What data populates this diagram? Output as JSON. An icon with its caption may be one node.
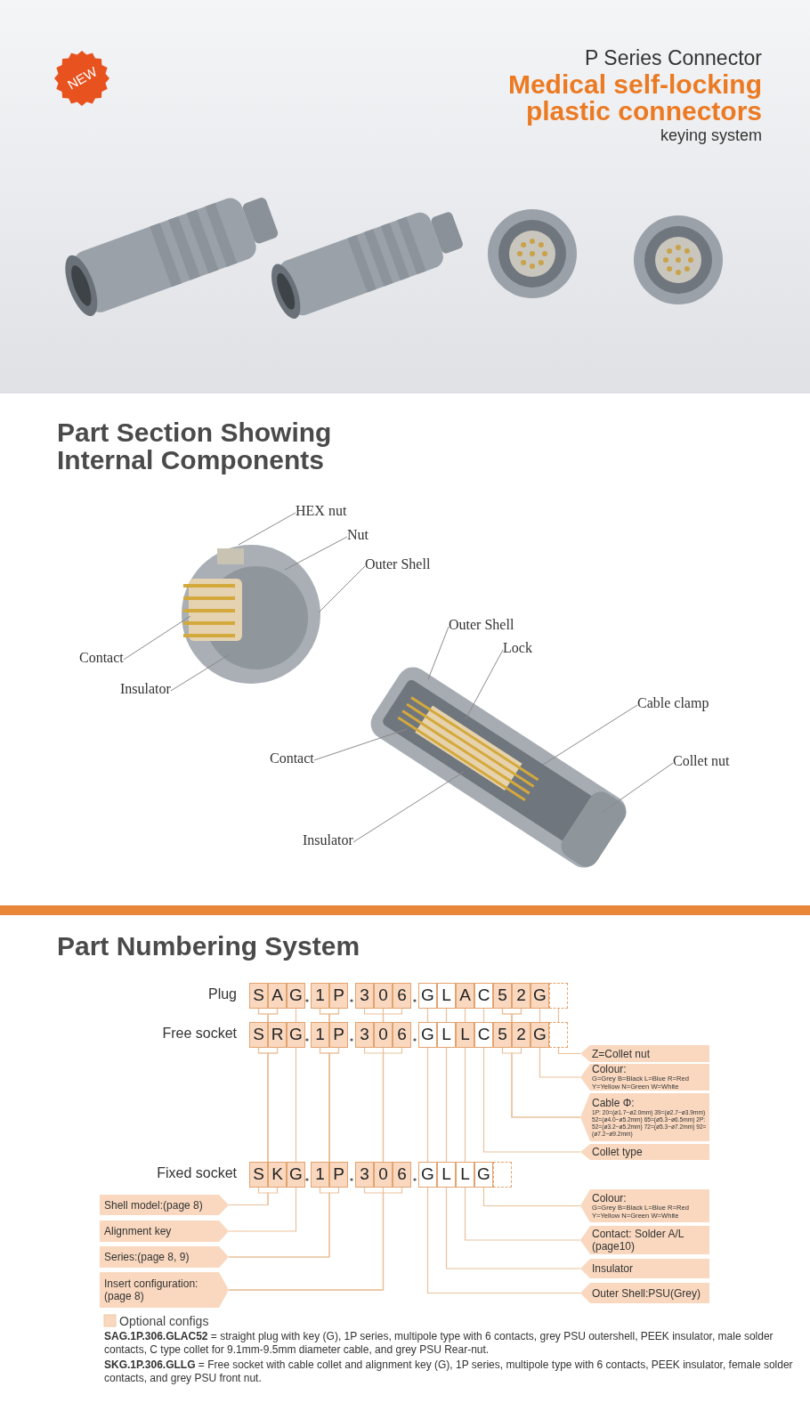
{
  "diagram": {
    "title": "Medical self-locking plastic connectors",
    "nodes": [
      {
        "text": [
          "NEW"
        ]
      },
      {
        "text": [
          "HEX nut"
        ]
      },
      {
        "text": [
          "Nut"
        ]
      },
      {
        "text": [
          "Outer Shell"
        ]
      },
      {
        "text": [
          "Outer Shell"
        ]
      },
      {
        "text": [
          "Lock"
        ]
      },
      {
        "text": [
          "Contact"
        ]
      },
      {
        "text": [
          "Insulator"
        ]
      },
      {
        "text": [
          "Cable clamp"
        ]
      },
      {
        "text": [
          "Contact"
        ]
      },
      {
        "text": [
          "Collet nut"
        ]
      },
      {
        "text": [
          "Insulator"
        ]
      },
      {
        "text": [
          "S"
        ]
      },
      {
        "text": [
          "A"
        ]
      },
      {
        "text": [
          "G"
        ]
      },
      {
        "text": [
          "1"
        ]
      },
      {
        "text": [
          "P"
        ]
      },
      {
        "text": [
          "3"
        ]
      },
      {
        "text": [
          "0"
        ]
      },
      {
        "text": [
          "6"
        ]
      },
      {
        "text": [
          "G"
        ]
      },
      {
        "text": [
          "L"
        ]
      },
      {
        "text": [
          "A"
        ]
      },
      {
        "text": [
          "C"
        ]
      },
      {
        "text": [
          "5"
        ]
      },
      {
        "text": [
          "2"
        ]
      },
      {
        "text": [
          "G"
        ]
      },
      {
        "text": [],
        "shape": "box"
      },
      {
        "text": [
          "S"
        ]
      },
      {
        "text": [
          "R"
        ]
      },
      {
        "text": [
          "G"
        ]
      },
      {
        "text": [
          "1"
        ]
      },
      {
        "text": [
          "P"
        ]
      },
      {
        "text": [
          "3"
        ]
      },
      {
        "text": [
          "0"
        ]
      },
      {
        "text": [
          "6"
        ]
      },
      {
        "text": [
          "G"
        ]
      },
      {
        "text": [
          "L"
        ]
      },
      {
        "text": [
          "L"
        ]
      },
      {
        "text": [
          "C"
        ]
      },
      {
        "text": [
          "5"
        ]
      },
      {
        "text": [
          "2"
        ]
      },
      {
        "text": [
          "G"
        ]
      },
      {
        "text": [],
        "shape": "box"
      },
      {
        "text": [
          "Z=Collet nut"
        ]
      },
      {
        "text": [
          "Colour:",
          "G=Grey B=Black L=Blue R=Red Y=Yellow N=Green W=White"
        ]
      },
      {
        "text": [
          "Cable Φ:",
          "1P: 20=(ø1.7~ø2.0mm) 39=(ø2.7~ø3.9mm) 52=(ø4.0~ø5.2mm) 65=(ø5.3~ø6.5mm) 2P: 52=(ø3.2~ø5.2mm) 72=(ø5.3~ø7.2mm) 92=(ø7.2~ø9.2mm)"
        ]
      },
      {
        "text": [
          "Collet type"
        ]
      },
      {
        "text": [
          "S"
        ]
      },
      {
        "text": [
          "K"
        ]
      },
      {
        "text": [
          "G"
        ]
      },
      {
        "text": [
          "1"
        ]
      },
      {
        "text": [
          "P"
        ]
      },
      {
        "text": [
          "3"
        ]
      },
      {
        "text": [
          "0"
        ]
      },
      {
        "text": [
          "6"
        ]
      },
      {
        "text": [
          "G"
        ]
      },
      {
        "text": [
          "L"
        ]
      },
      {
        "text": [
          "L"
        ]
      },
      {
        "text": [
          "G"
        ]
      },
      {
        "text": [],
        "shape": "box"
      },
      {
        "text": [
          "Shell model:(page 8)"
        ]
      },
      {
        "text": [
          "Alignment key"
        ]
      },
      {
        "text": [
          "Series:(page 8, 9)"
        ]
      },
      {
        "text": [
          "Insert configuration: (page 8)"
        ]
      },
      {
        "text": [
          "Colour:",
          "G=Grey B=Black L=Blue R=Red Y=Yellow N=Green W=White"
        ]
      },
      {
        "text": [
          "Contact: Solder A/L (page10)"
        ]
      },
      {
        "text": [
          "Insulator"
        ]
      },
      {
        "text": [
          "Outer Shell:PSU(Grey)"
        ]
      },
      {
        "text": [],
        "shape": "picture"
      },
      {
        "text": [],
        "shape": "picture"
      }
    ],
    "edges": [
      {
        "from": 1,
        "to": 69,
        "arrow": "none",
        "color": "#8a8a8a"
      },
      {
        "from": 2,
        "to": 69,
        "arrow": "none",
        "color": "#8a8a8a"
      },
      {
        "from": 3,
        "to": 69,
        "arrow": "none",
        "color": "#8a8a8a"
      },
      {
        "from": 4,
        "to": 70,
        "arrow": "none",
        "color": "#8a8a8a"
      },
      {
        "from": 5,
        "to": 70,
        "arrow": "none",
        "color": "#8a8a8a"
      },
      {
        "from": 6,
        "to": 69,
        "arrow": "none",
        "color": "#8a8a8a"
      },
      {
        "from": 7,
        "to": 69,
        "arrow": "none",
        "color": "#8a8a8a"
      },
      {
        "from": 8,
        "to": 70,
        "arrow": "none",
        "color": "#8a8a8a"
      },
      {
        "from": 9,
        "to": 70,
        "arrow": "none",
        "color": "#8a8a8a"
      },
      {
        "from": 10,
        "to": 70,
        "arrow": "none",
        "color": "#8a8a8a"
      },
      {
        "from": 11,
        "to": 70,
        "arrow": "none",
        "color": "#8a8a8a"
      },
      {
        "from": 12,
        "to": 28,
        "arrow": "none"
      },
      {
        "from": 12,
        "to": 29,
        "arrow": "none"
      },
      {
        "from": 13,
        "to": 28,
        "arrow": "none"
      },
      {
        "from": 13,
        "to": 29,
        "arrow": "none"
      },
      {
        "from": 14,
        "to": 30,
        "arrow": "none"
      },
      {
        "from": 15,
        "to": 31,
        "arrow": "none"
      },
      {
        "from": 15,
        "to": 32,
        "arrow": "none"
      },
      {
        "from": 16,
        "to": 31,
        "arrow": "none"
      },
      {
        "from": 16,
        "to": 32,
        "arrow": "none"
      },
      {
        "from": 17,
        "to": 34,
        "arrow": "none"
      },
      {
        "from": 18,
        "to": 34,
        "arrow": "none"
      },
      {
        "from": 19,
        "to": 34,
        "arrow": "none"
      },
      {
        "from": 20,
        "to": 36,
        "arrow": "none"
      },
      {
        "from": 21,
        "to": 37,
        "arrow": "none"
      },
      {
        "from": 22,
        "to": 38,
        "arrow": "none"
      },
      {
        "from": 23,
        "to": 39,
        "arrow": "none"
      },
      {
        "from": 24,
        "to": 40,
        "arrow": "none"
      },
      {
        "from": 24,
        "to": 41,
        "arrow": "none"
      },
      {
        "from": 25,
        "to": 40,
        "arrow": "none"
      },
      {
        "from": 25,
        "to": 41,
        "arrow": "none"
      },
      {
        "from": 26,
        "to": 42,
        "arrow": "none"
      },
      {
        "from": 27,
        "to": 43,
        "arrow": "none"
      },
      {
        "from": 43,
        "to": 44,
        "arrow": "none"
      },
      {
        "from": 42,
        "to": 45,
        "arrow": "none"
      },
      {
        "from": 40,
        "to": 46,
        "arrow": "none"
      },
      {
        "from": 41,
        "to": 46,
        "arrow": "none"
      },
      {
        "from": 39,
        "to": 47,
        "arrow": "none"
      },
      {
        "from": 28,
        "to": 48,
        "arrow": "none"
      },
      {
        "from": 28,
        "to": 49,
        "arrow": "none"
      },
      {
        "from": 29,
        "to": 48,
        "arrow": "none"
      },
      {
        "from": 29,
        "to": 49,
        "arrow": "none"
      },
      {
        "from": 30,
        "to": 50,
        "arrow": "none"
      },
      {
        "from": 31,
        "to": 51,
        "arrow": "none"
      },
      {
        "from": 31,
        "to": 52,
        "arrow": "none"
      },
      {
        "from": 32,
        "to": 51,
        "arrow": "none"
      },
      {
        "from": 32,
        "to": 52,
        "arrow": "none"
      },
      {
        "from": 33,
        "to": 54,
        "arrow": "none"
      },
      {
        "from": 34,
        "to": 54,
        "arrow": "none"
      },
      {
        "from": 35,
        "to": 54,
        "arrow": "none"
      },
      {
        "from": 36,
        "to": 56,
        "arrow": "none"
      },
      {
        "from": 37,
        "to": 57,
        "arrow": "none"
      },
      {
        "from": 38,
        "to": 58,
        "arrow": "none"
      },
      {
        "from": 48,
        "to": 61,
        "arrow": "none"
      },
      {
        "from": 49,
        "to": 61,
        "arrow": "none"
      },
      {
        "from": 50,
        "to": 62,
        "arrow": "none"
      },
      {
        "from": 51,
        "to": 63,
        "arrow": "none"
      },
      {
        "from": 52,
        "to": 63,
        "arrow": "none"
      },
      {
        "from": 53,
        "to": 64,
        "arrow": "none"
      },
      {
        "from": 54,
        "to": 64,
        "arrow": "none"
      },
      {
        "from": 55,
        "to": 64,
        "arrow": "none"
      },
      {
        "from": 59,
        "to": 65,
        "arrow": "none"
      },
      {
        "from": 58,
        "to": 66,
        "arrow": "none"
      },
      {
        "from": 57,
        "to": 67,
        "arrow": "none"
      },
      {
        "from": 56,
        "to": 68,
        "arrow": "none"
      }
    ],
    "labels": [
      "P Series Connector",
      "keying system",
      "Part Section Showing Internal Components",
      "Part Numbering System",
      "Plug",
      "Free socket",
      "Fixed socket",
      "**SAG.1P.306.GLAC52** = straight plug with key (G), 1P series, multipole type with 6 contacts, grey PSU outershell, PEEK insulator, male solder contacts, C type collet for 9.1mm-9.5mm diameter cable, and grey PSU Rear-nut.",
      "**SKG.1P.306.GLLG** = Free socket with cable collet and alignment key (G), 1P series, multipole type with 6 contacts, PEEK insulator, female solder contacts, and grey PSU front nut."
    ],
    "legend": [
      {
        "text": "Optional configs",
        "color": "#f9d8bf"
      }
    ]
  }
}
